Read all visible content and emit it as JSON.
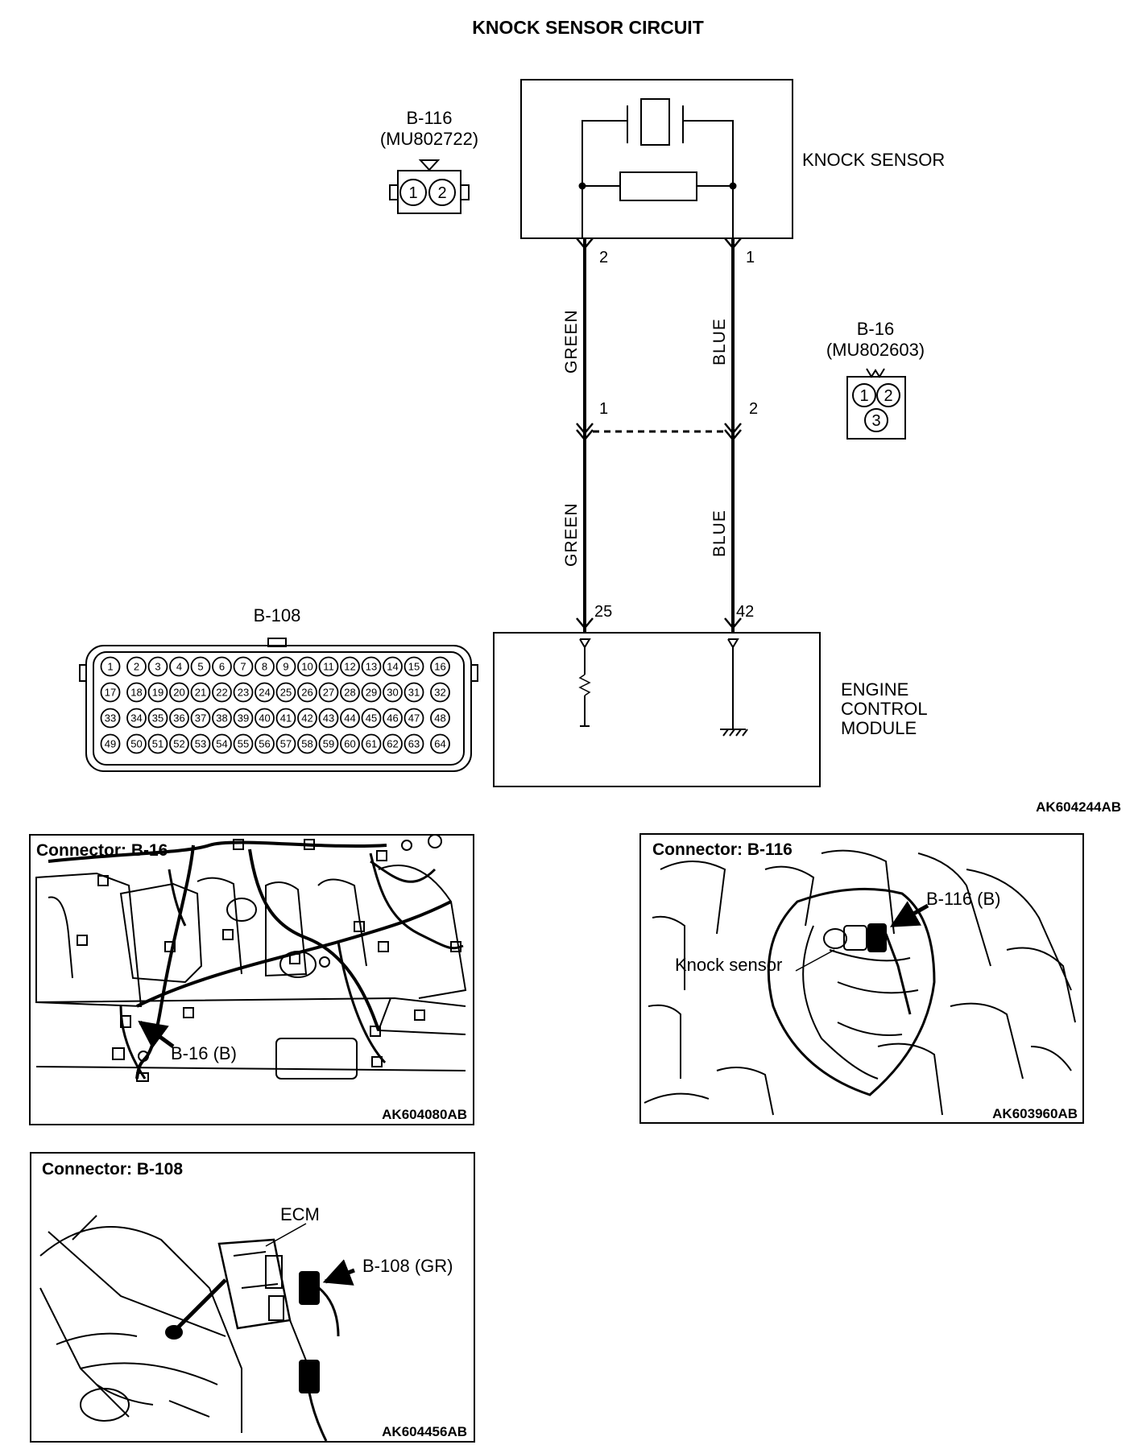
{
  "page_title": "KNOCK SENSOR CIRCUIT",
  "diagram_code": "AK604244AB",
  "knock_sensor": {
    "label": "KNOCK SENSOR"
  },
  "ecm": {
    "line1": "ENGINE",
    "line2": "CONTROL",
    "line3": "MODULE"
  },
  "connector_b116": {
    "name": "B-116",
    "part": "(MU802722)",
    "pins": [
      "1",
      "2"
    ]
  },
  "connector_b16": {
    "name": "B-16",
    "part": "(MU802603)",
    "pins": [
      "1",
      "2",
      "3"
    ]
  },
  "connector_b108": {
    "name": "B-108",
    "pins": [
      "1",
      "2",
      "3",
      "4",
      "5",
      "6",
      "7",
      "8",
      "9",
      "10",
      "11",
      "12",
      "13",
      "14",
      "15",
      "16",
      "17",
      "18",
      "19",
      "20",
      "21",
      "22",
      "23",
      "24",
      "25",
      "26",
      "27",
      "28",
      "29",
      "30",
      "31",
      "32",
      "33",
      "34",
      "35",
      "36",
      "37",
      "38",
      "39",
      "40",
      "41",
      "42",
      "43",
      "44",
      "45",
      "46",
      "47",
      "48",
      "49",
      "50",
      "51",
      "52",
      "53",
      "54",
      "55",
      "56",
      "57",
      "58",
      "59",
      "60",
      "61",
      "62",
      "63",
      "64"
    ]
  },
  "wires": {
    "left_upper_color": "GREEN",
    "right_upper_color": "BLUE",
    "left_lower_color": "GREEN",
    "right_lower_color": "BLUE",
    "sensor_pin_left": "2",
    "sensor_pin_right": "1",
    "b16_pin_left": "1",
    "b16_pin_right": "2",
    "ecm_pin_left": "25",
    "ecm_pin_right": "42"
  },
  "panels": {
    "b16": {
      "title": "Connector: B-16",
      "callout": "B-16 (B)",
      "code": "AK604080AB"
    },
    "b116": {
      "title": "Connector: B-116",
      "callout": "B-116 (B)",
      "component": "Knock sensor",
      "code": "AK603960AB"
    },
    "b108": {
      "title": "Connector: B-108",
      "ecm_label": "ECM",
      "callout": "B-108 (GR)",
      "code": "AK604456AB"
    }
  }
}
